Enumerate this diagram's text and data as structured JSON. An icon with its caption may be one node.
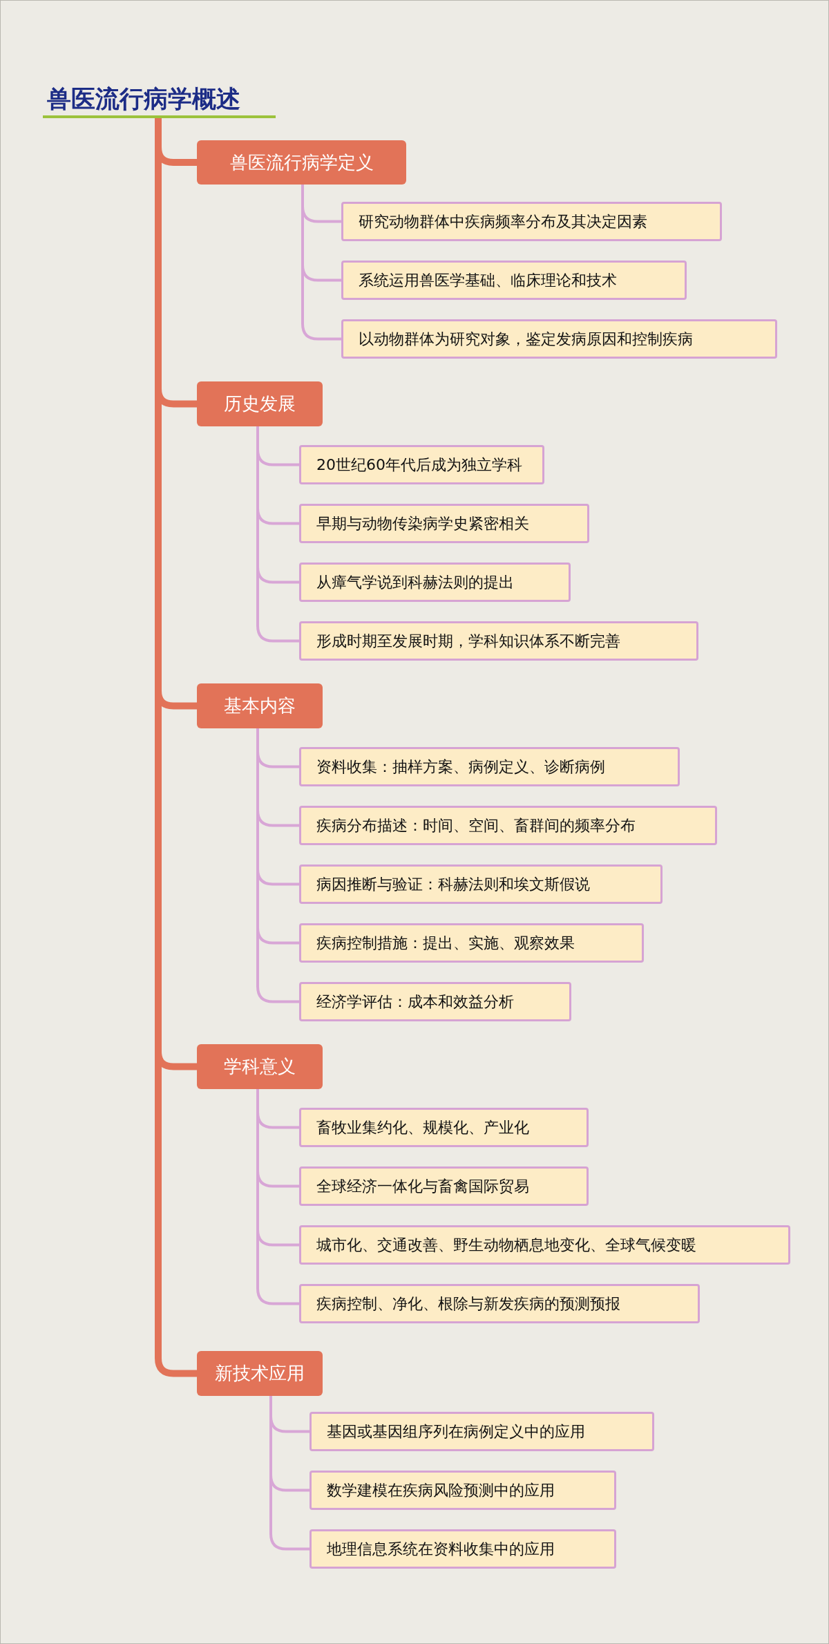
{
  "diagram": {
    "nodes": [
      {
        "text": [
          "兽医流行病学概述"
        ]
      },
      {
        "text": [
          "兽医流行病学定义"
        ]
      },
      {
        "text": [
          "研究动物群体中疾病频率分布及其决定因素"
        ]
      },
      {
        "text": [
          "系统运用兽医学基础、临床理论和技术"
        ]
      },
      {
        "text": [
          "以动物群体为研究对象，鉴定发病原因和控制疾病"
        ]
      },
      {
        "text": [
          "历史发展"
        ]
      },
      {
        "text": [
          "20世纪60年代后成为独立学科"
        ]
      },
      {
        "text": [
          "早期与动物传染病学史紧密相关"
        ]
      },
      {
        "text": [
          "从瘴气学说到科赫法则的提出"
        ]
      },
      {
        "text": [
          "形成时期至发展时期，学科知识体系不断完善"
        ]
      },
      {
        "text": [
          "基本内容"
        ]
      },
      {
        "text": [
          "资料收集：抽样方案、病例定义、诊断病例"
        ]
      },
      {
        "text": [
          "疾病分布描述：时间、空间、畜群间的频率分布"
        ]
      },
      {
        "text": [
          "病因推断与验证：科赫法则和埃文斯假说"
        ]
      },
      {
        "text": [
          "疾病控制措施：提出、实施、观察效果"
        ]
      },
      {
        "text": [
          "经济学评估：成本和效益分析"
        ]
      },
      {
        "text": [
          "学科意义"
        ]
      },
      {
        "text": [
          "畜牧业集约化、规模化、产业化"
        ]
      },
      {
        "text": [
          "全球经济一体化与畜禽国际贸易"
        ]
      },
      {
        "text": [
          "城市化、交通改善、野生动物栖息地变化、全球气候变暖"
        ]
      },
      {
        "text": [
          "疾病控制、净化、根除与新发疾病的预测预报"
        ]
      },
      {
        "text": [
          "新技术应用"
        ]
      },
      {
        "text": [
          "基因或基因组序列在病例定义中的应用"
        ]
      },
      {
        "text": [
          "数学建模在疾病风险预测中的应用"
        ]
      },
      {
        "text": [
          "地理信息系统在资料收集中的应用"
        ]
      }
    ],
    "edges": [
      {
        "from": 0,
        "to": 1,
        "arrow": "none",
        "style": "thick",
        "color": "#e27358"
      },
      {
        "from": 1,
        "to": 2,
        "arrow": "none"
      },
      {
        "from": 1,
        "to": 3,
        "arrow": "none"
      },
      {
        "from": 1,
        "to": 4,
        "arrow": "none"
      },
      {
        "from": 0,
        "to": 5,
        "arrow": "none",
        "style": "thick",
        "color": "#e27358"
      },
      {
        "from": 5,
        "to": 6,
        "arrow": "none"
      },
      {
        "from": 5,
        "to": 7,
        "arrow": "none"
      },
      {
        "from": 5,
        "to": 8,
        "arrow": "none"
      },
      {
        "from": 5,
        "to": 9,
        "arrow": "none"
      },
      {
        "from": 0,
        "to": 10,
        "arrow": "none",
        "style": "thick",
        "color": "#e27358"
      },
      {
        "from": 10,
        "to": 11,
        "arrow": "none"
      },
      {
        "from": 10,
        "to": 12,
        "arrow": "none"
      },
      {
        "from": 10,
        "to": 13,
        "arrow": "none"
      },
      {
        "from": 10,
        "to": 14,
        "arrow": "none"
      },
      {
        "from": 10,
        "to": 15,
        "arrow": "none"
      },
      {
        "from": 0,
        "to": 16,
        "arrow": "none",
        "style": "thick",
        "color": "#e27358"
      },
      {
        "from": 16,
        "to": 17,
        "arrow": "none"
      },
      {
        "from": 16,
        "to": 18,
        "arrow": "none"
      },
      {
        "from": 16,
        "to": 19,
        "arrow": "none"
      },
      {
        "from": 16,
        "to": 20,
        "arrow": "none"
      },
      {
        "from": 0,
        "to": 21,
        "arrow": "none",
        "style": "thick",
        "color": "#e27358"
      },
      {
        "from": 21,
        "to": 22,
        "arrow": "none"
      },
      {
        "from": 21,
        "to": 23,
        "arrow": "none"
      },
      {
        "from": 21,
        "to": 24,
        "arrow": "none"
      }
    ]
  }
}
